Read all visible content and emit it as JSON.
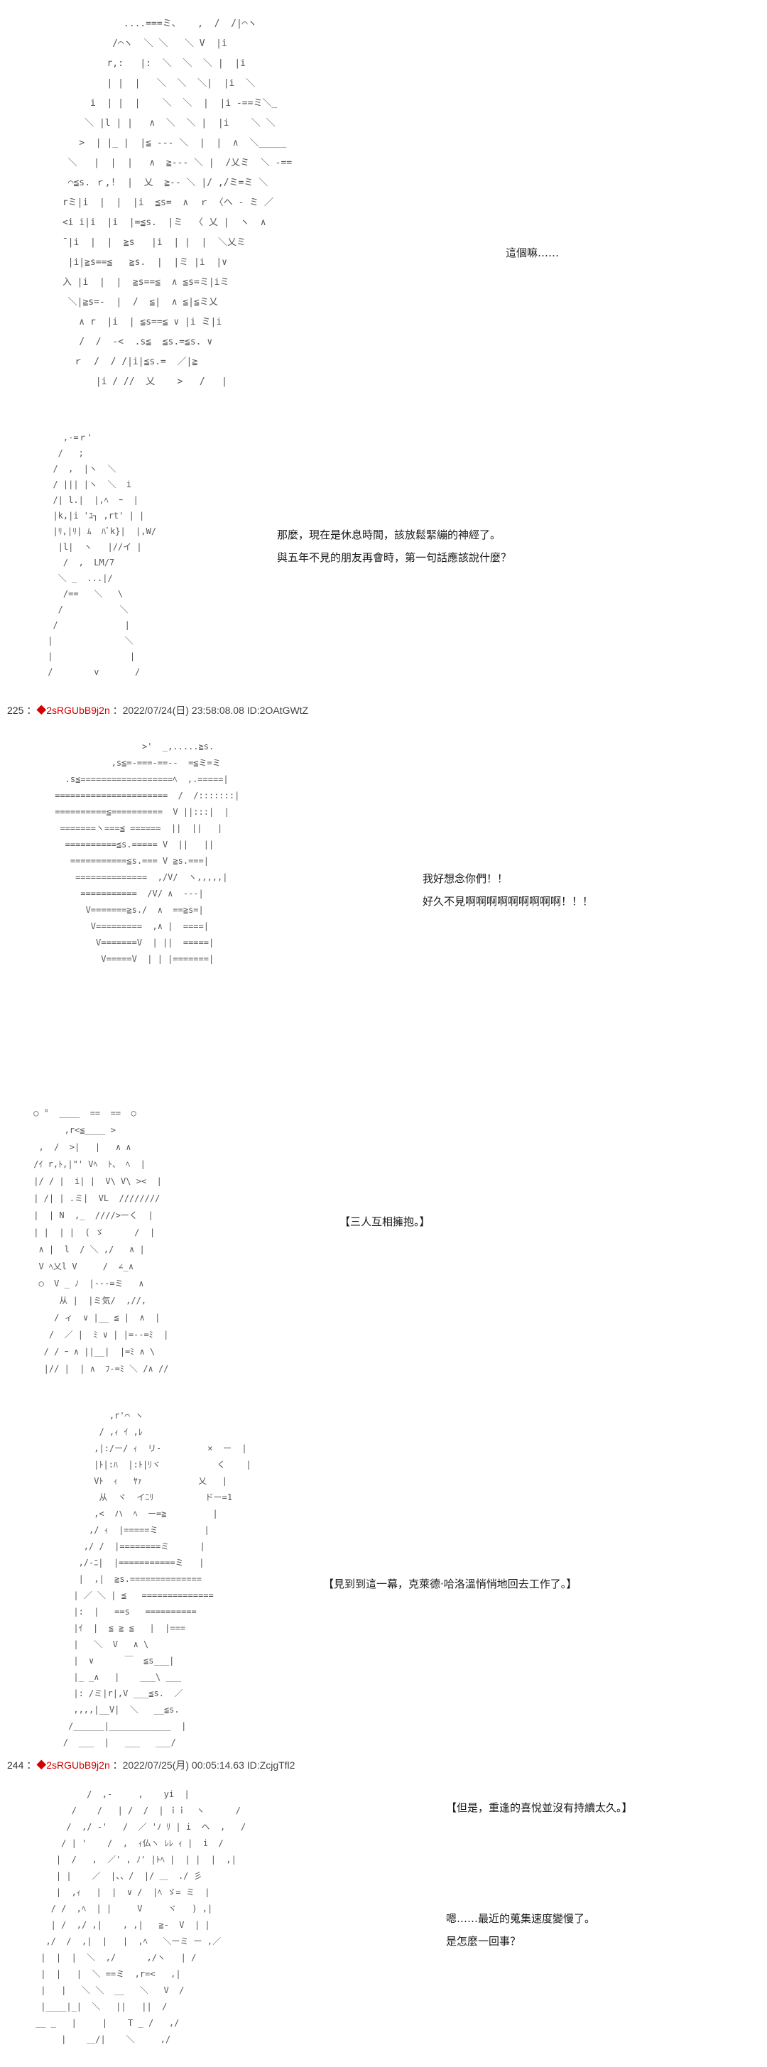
{
  "panels": [
    {
      "art": "            ....===ミ、   ,  /  /|⌒ヽ\n          /⌒ヽ  ＼ ＼   ＼ V  |i\n         r,:   |:  ＼  ＼  ＼ |  |i\n         | |  |   ＼  ＼  ＼|  |i  ＼\n      i  | |  |    ＼  ＼  |  |i -==ミ＼_\n     ＼ |l | |   ∧  ＼  ＼ |  |i    ＼ ＼\n    >  | |_ |  |≦ --- ＼  |  |  ∧  ＼_____\n  ＼   |  |  |   ∧  ≧--- ＼ |  /乂ミ  ＼ -==\n  ⌒≦s. ｒ,!  |  乂  ≧-- ＼ |/ ,/ミ=ミ ＼\n rミ|i  |  |  |i  ≦s=  ∧  ｒ 〈ヘ - ミ ／\n <i i|i  |i  |=≦s.  |ミ  〈 乂 |  ヽ  ∧\n ̄ |i  |  |  ≧s   |i  | |  |  ＼乂ミ\n  |i|≧s==≦   ≧s.  |  |ミ |i  |∨\n 入 |i  |  |  ≧s==≦  ∧ ≦s=ミ|iミ\n  ＼|≧s=-  |  /  ≦|  ∧ ≦|≦ミ乂\n    ∧ r  |i  | ≦s==≦ ∨ |i ミ|i\n    /  /  -<  .s≦  ≦s.=≦s. ∨\n   ｒ  /  / /|i|≦s.=  ／|≧\n       |i / //  乂    >   /   |",
      "dialogs": [
        "這個嘛……"
      ]
    },
    {
      "art": "    ,-=ｒ'\n   /   ;\n  /  ,  |ヽ  ＼\n  / ||| |ヽ  ＼  i\n  /| l.|  |,ﾍ  ｰ  |\n  |k,|i 'ﾕ┐ ,rt' | |\n  |ﾘ,|ﾘ| ﾑ  ﾊﾞk}|  |,W/\n   |l|  ヽ   |//イ |\n    /  ,  LM/7\n   ＼ _  ...|/\n    /==   ＼   \\\n   /           ＼\n  /             |\n |              ＼\n |               |\n /        v       /",
      "dialogs": [
        "那麼，現在是休息時間，該放鬆緊繃的神經了。",
        "與五年不見的朋友再會時，第一句話應該說什麼？"
      ]
    },
    {
      "header": {
        "number": "225",
        "name": "◆2sRGUbB9j2n",
        "datetime": "2022/07/24(日) 23:58:08.08 ID:2OAtGWtZ"
      },
      "art": "                  >'  _,.....≧s.\n            ,s≦=-===-==--  =≦ミ=ミ\n   .s≦==================ﾍ  ,.=====|\n ======================  /  /:::::::|\n ==========≦==========  V ||:::|  |\n  =======ヽ===≦ ======  ||  ||   |\n   ==========≦s.===== V  ||   ||\n    ===========≦s.=== V ≧s.===|\n     ==============  ,/V/  ヽ,,,,,|\n      ===========  /V/ ∧  ---|\n       V=======≧s./  ∧  ==≧s=|\n        V=========  ,∧ |  ====|\n         V=======V  | ||  =====|\n          V=====V  | | |=======|",
      "dialogs": [
        "我好想念你們！！",
        "好久不見啊啊啊啊啊啊啊啊啊！！！"
      ]
    },
    {
      "art": " ○ °  ____  ==  ==  ○\n       ,r<≦____ >\n  ,  /  >|   |   ∧ ∧\n /ｲ r,ﾄ,|\"' Vﾍ  ﾄ、 ﾍ  |\n |/ / |  i| |  V\\ V\\ ><  |\n | /| | .ミ|  VL  ////////\n |  | N  ,_  ////>ーく  |\n | |  | |  ( ゞ      /  |\n  ∧ |  l  / ＼ ,/   ∧ |\n  V ﾍ乂l V     /  ∠_∧\n  ○  V _ ﾉ  |---=ミ   ∧\n      从 |  |ミ気/  ,//,\n     / ィ  ∨ |__ ≦ |  ∧  |\n    /  ／ |  ﾐ ∨ | |=--=ﾐ  |\n   / / ｰ ∧ ||__|  |=ﾐ ∧ \\\n   |// |  | ∧  ﾌ-=ﾐ ＼ /∧ //",
      "dialogs": [
        "【三人互相擁抱。】"
      ]
    },
    {
      "art": "             ,r'⌒ ヽ\n           / ,ｨ ｲ ,ﾚ\n          ,|:/ー/ ｨ  リ-         ×  ー  |\n          |ﾄ|:ﾊ  |:ﾄ|ﾘヾ           く    |\n          Vﾄ  ｨ   ﾔｧ           乂   |\n           从  ヾ  イﾆﾘ          ドー=1\n          ,<  ハ  ﾍ  ー=≧         |\n         ,/ ｨ  |=====ミ         |\n        ,/ /  |========ミ      |\n       ,/-ﾆ|  |===========ミ   |\n       |  ,|  ≧s.==============\n      | ／ ＼ | ≦   ==============\n      |:  |   ==s   ==========\n      |ｲ  |  ≦ ≧ ≦   |  |===\n      |   ＼  V   ∧ \\\n      |  ∨      ￣  ≦s___|\n      |_ _∧   |    ___\\ ___\n      |: /ミ|r|,V ___≦s.  ／\n      ,,,,|__V|  ＼   __≦s.\n     /______|____________  |\n    /  ___  |   ___   ___/",
      "dialogs": [
        "【見到到這一幕，克萊德·哈洛溫悄悄地回去工作了。】"
      ]
    },
    {
      "header": {
        "number": "244",
        "name": "◆2sRGUbB9j2n",
        "datetime": "2022/07/25(月) 00:05:14.63 ID:ZcjgTfl2"
      },
      "art": "          /  ,-     ,    yi  |\n       /    /   | /  /  | ｉｉ  ヽ      /\n      /  ,/ -'   /  ／ 'ﾉ ﾘ | i  ヘ  ,   /\n     / | '    /  ,  ｨ仏ヽ ﾚﾚ ｨ |  i  /\n    |  /   ,  ／' , ﾉ' |ﾄﾍ |  | |  |  ,|\n    | |    ／  |、、/  |/ ＿  ./ 彡\n    |  ,ｨ   |  |  ∨ /  |ﾍ ゞ= ミ  |\n   / /  ,ﾍ  | |     V     ヾ   ) ,|\n   | /  ,/ ,|    , ,|   ≧-  V  | |\n  ,/  /  ,|  |   |  ,ﾍ   ＼ーミ ー ,／\n |  |  |  ＼  ,/      ,/ヽ   | /\n |  |   |  ＼ ==ミ  ,r=<   ,|\n |   |   ＼ ＼  __   ＼   V  /\n |____|_|  ＼   ||   ||  /\n__ _   |     |    T _ /   ,/\n     |    ＿/|    ＼     ,/",
      "dialogs": [
        "【但是，重逢的喜悅並沒有持續太久。】",
        "嗯……最近的蒐集速度變慢了。",
        "是怎麼一回事？"
      ]
    }
  ]
}
